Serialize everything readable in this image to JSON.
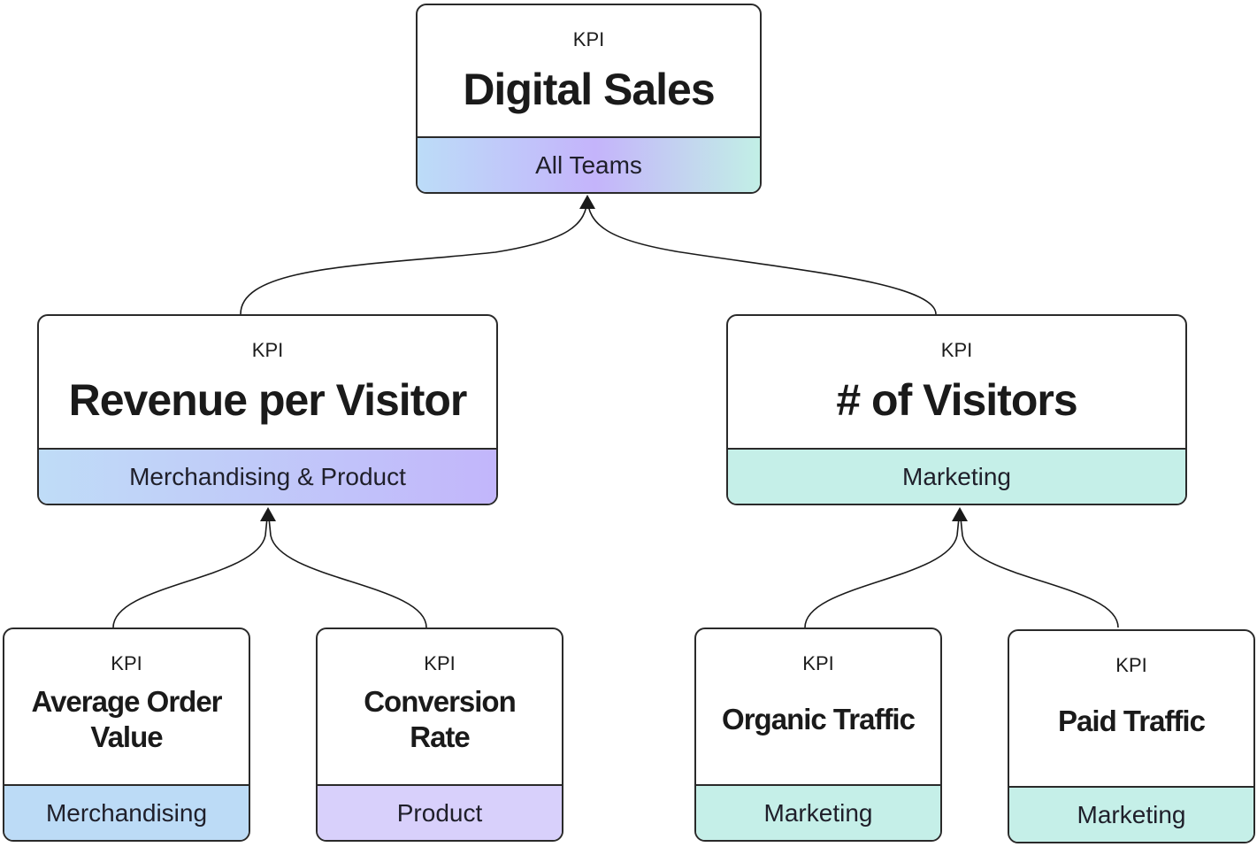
{
  "diagram": {
    "kpi_label": "KPI",
    "nodes": {
      "digital_sales": {
        "kpi": "KPI",
        "title": "Digital Sales",
        "team": "All Teams"
      },
      "revenue_per_visitor": {
        "kpi": "KPI",
        "title": "Revenue per Visitor",
        "team": "Merchandising & Product"
      },
      "visitors": {
        "kpi": "KPI",
        "title": "# of Visitors",
        "team": "Marketing"
      },
      "average_order_value": {
        "kpi": "KPI",
        "title": "Average Order Value",
        "team": "Merchandising"
      },
      "conversion_rate": {
        "kpi": "KPI",
        "title": "Conversion Rate",
        "team": "Product"
      },
      "organic_traffic": {
        "kpi": "KPI",
        "title": "Organic Traffic",
        "team": "Marketing"
      },
      "paid_traffic": {
        "kpi": "KPI",
        "title": "Paid Traffic",
        "team": "Marketing"
      }
    },
    "edges": [
      {
        "from": "revenue_per_visitor",
        "to": "digital_sales"
      },
      {
        "from": "visitors",
        "to": "digital_sales"
      },
      {
        "from": "average_order_value",
        "to": "revenue_per_visitor"
      },
      {
        "from": "conversion_rate",
        "to": "revenue_per_visitor"
      },
      {
        "from": "organic_traffic",
        "to": "visitors"
      },
      {
        "from": "paid_traffic",
        "to": "visitors"
      }
    ],
    "colors": {
      "border": "#2a2a2a",
      "blue": "#bcdcf8",
      "purple": "#c4b4fb",
      "teal": "#c5efe8",
      "product": "#d8d0fb"
    }
  }
}
